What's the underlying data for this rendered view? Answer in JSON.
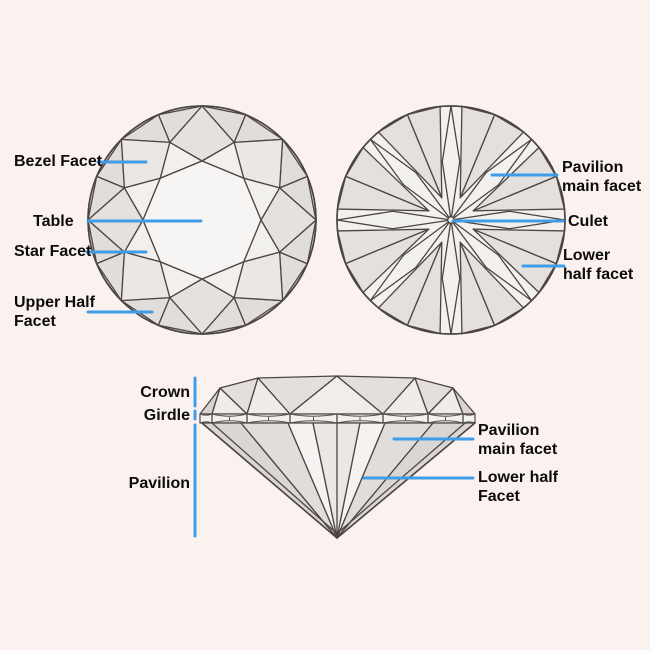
{
  "figure": {
    "title": "Diamond facet anatomy diagram",
    "views": {
      "crown_view": "round brilliant crown (top) view",
      "pavilion_view": "round brilliant pavilion (bottom) view",
      "side_view": "round brilliant profile (side) view"
    }
  },
  "colors": {
    "background": "#fbf2f0",
    "facet_line": "#4b4643",
    "leader_blue": "#3f9ce8",
    "text": "#0c0c0c",
    "facet_white": "#f7f5f3",
    "facet_light": "#efece9",
    "facet_medium": "#e4e0dd",
    "facet_dark": "#dad6d3"
  },
  "diagrams": {
    "crown_view": {
      "labels": {
        "bezel_facet": {
          "lines": [
            "Bezel Facet"
          ]
        },
        "table": {
          "lines": [
            "Table"
          ]
        },
        "star_facet": {
          "lines": [
            "Star Facet"
          ]
        },
        "upper_half_facet": {
          "lines": [
            "Upper Half",
            "Facet"
          ]
        }
      }
    },
    "pavilion_view": {
      "labels": {
        "pavilion_main_facet": {
          "lines": [
            "Pavilion",
            "main facet"
          ]
        },
        "culet": {
          "lines": [
            "Culet"
          ]
        },
        "lower_half_facet": {
          "lines": [
            "Lower",
            "half facet"
          ]
        }
      }
    },
    "side_view": {
      "labels": {
        "crown": {
          "lines": [
            "Crown"
          ]
        },
        "girdle": {
          "lines": [
            "Girdle"
          ]
        },
        "pavilion": {
          "lines": [
            "Pavilion"
          ]
        },
        "pavilion_main_facet": {
          "lines": [
            "Pavilion",
            "main facet"
          ]
        },
        "lower_half_facet": {
          "lines": [
            "Lower half",
            "Facet"
          ]
        }
      }
    }
  }
}
